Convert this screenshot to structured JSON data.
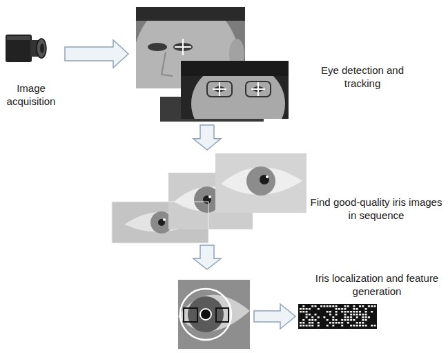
{
  "diagram": {
    "nodes": [
      {
        "text": [
          "Image acquisition"
        ]
      },
      {
        "text": [
          "Eye detection and tracking"
        ]
      },
      {
        "text": [
          "Find good-quality iris images in sequence"
        ]
      },
      {
        "text": [
          "Iris localization and feature generation"
        ]
      }
    ],
    "edges": [
      {
        "from": 0,
        "to": 1,
        "arrow": "to"
      },
      {
        "from": 1,
        "to": 2,
        "arrow": "to"
      },
      {
        "from": 2,
        "to": 3,
        "arrow": "to"
      }
    ]
  }
}
